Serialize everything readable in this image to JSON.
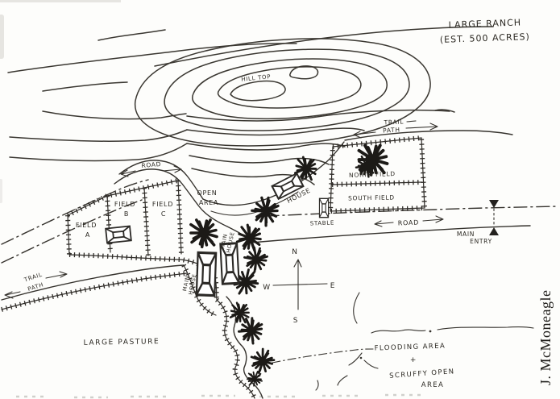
{
  "colors": {
    "ink": "#2f2c28",
    "tree_ink": "#1c1a17",
    "paper": "#fdfdfb"
  },
  "title": {
    "line1": "LARGE RANCH",
    "line2": "(EST. 500 ACRES)"
  },
  "hill": {
    "label": "HILL TOP"
  },
  "trail_top": {
    "line1": "TRAIL",
    "line2": "PATH"
  },
  "trail_left": {
    "line1": "TRAIL",
    "line2": "PATH"
  },
  "roads": {
    "upper_label": "ROAD",
    "right_label": "ROAD"
  },
  "fields": {
    "a_line1": "FIELD",
    "a_line2": "A",
    "b_line1": "FIELD",
    "b_line2": "B",
    "c_line1": "FIELD",
    "c_line2": "C",
    "north": "NORTH FIELD",
    "south": "SOUTH FIELD"
  },
  "open_area": {
    "line1": "OPEN",
    "line2": "AREA"
  },
  "buildings": {
    "house": "HOUSE",
    "stable": "STABLE",
    "main_house_upper_line1": "MAIN",
    "main_house_upper_line2": "HOUSE",
    "main_house_lower_line1": "MAIN",
    "main_house_lower_line2": "HOUSE"
  },
  "entry": {
    "line1": "MAIN",
    "line2": "ENTRY"
  },
  "compass": {
    "n": "N",
    "e": "E",
    "s": "S",
    "w": "W"
  },
  "pasture_label": "LARGE PASTURE",
  "flooding": {
    "line1": "FLOODING AREA",
    "line2": "+",
    "line3": "SCRUFFY OPEN",
    "line4": "AREA"
  },
  "signature": "J. McMoneagle"
}
